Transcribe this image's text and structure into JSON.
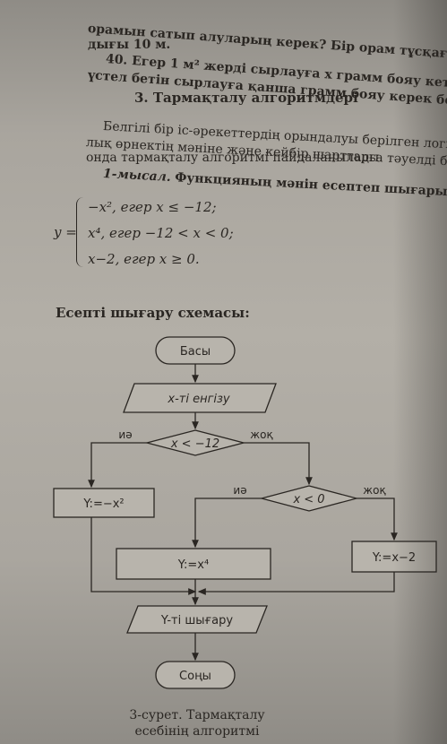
{
  "text": {
    "line1": "орамын сатып алуларың керек? Бір орам тұсқағаздың ұза",
    "line2": "дығы 10 м.",
    "line3": "40. Егер 1 м² жерді сырлауға x грамм бояу кетсе, төр",
    "line4": "үстел бетін сырлауға қанша грамм бояу керек болады?",
    "section_title": "3. Тармақталу алгоритмдері",
    "para1": "Белгілі бір іс-әрекеттердің орындалуы берілген логика",
    "para2": "лық өрнектің мәніне және кейбір шарттарға тәуелді бол",
    "para3": "онда тармақталу алгоритмі пайдаланылады.",
    "example_label": "1-мысал.",
    "example_text": "Функцияның мәнін есептеп шығарыңдар.",
    "formula_y": "y =",
    "case1": "−x²,   егер  x ≤ −12;",
    "case2": "x⁴,   егер  −12 < x < 0;",
    "case3": "x−2,   егер  x ≥ 0.",
    "scheme_title": "Есепті шығару схемасы:"
  },
  "flowchart": {
    "start": "Басы",
    "input": "x-ті енгізу",
    "cond1": "x < −12",
    "yes1": "иә",
    "no1": "жоқ",
    "box_left": "Y:=−x²",
    "cond2": "x < 0",
    "yes2": "иә",
    "no2": "жоқ",
    "box_mid": "Y:=x⁴",
    "box_right": "Y:=x−2",
    "output": "Y-ті шығару",
    "end": "Соңы"
  },
  "caption": {
    "line1": "3-сурет. Тармақталу",
    "line2": "есебінің алгоритмі"
  }
}
